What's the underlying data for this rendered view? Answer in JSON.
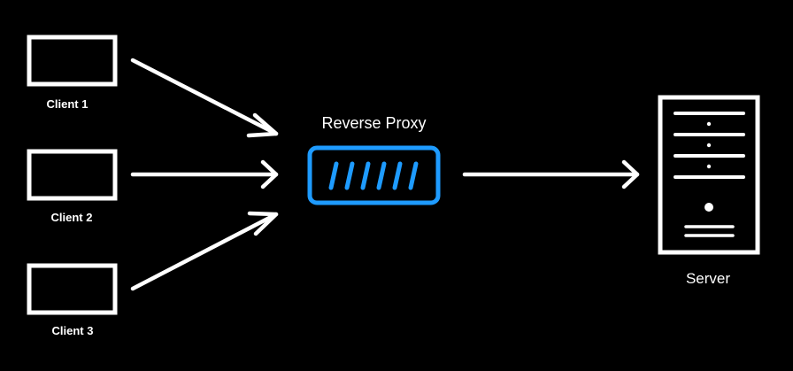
{
  "diagram": {
    "clients": [
      {
        "label": "Client 1"
      },
      {
        "label": "Client 2"
      },
      {
        "label": "Client 3"
      }
    ],
    "proxy": {
      "label": "Reverse Proxy"
    },
    "server": {
      "label": "Server"
    },
    "colors": {
      "background": "#000000",
      "foreground": "#ffffff",
      "proxy_accent": "#1e9bff"
    }
  }
}
